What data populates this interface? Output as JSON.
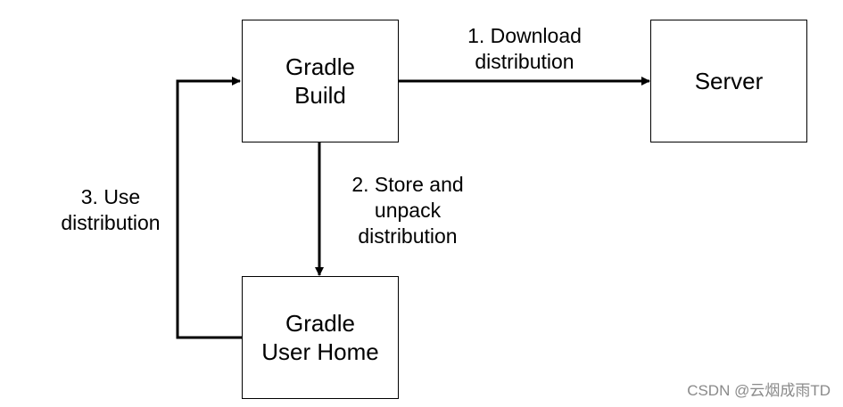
{
  "nodes": {
    "gradle_build": {
      "line1": "Gradle",
      "line2": "Build"
    },
    "server": {
      "line1": "Server"
    },
    "gradle_user_home": {
      "line1": "Gradle",
      "line2": "User Home"
    }
  },
  "edges": {
    "download": {
      "line1": "1. Download",
      "line2": "distribution"
    },
    "store": {
      "line1": "2. Store and",
      "line2": "unpack",
      "line3": "distribution"
    },
    "use": {
      "line1": "3. Use",
      "line2": "distribution"
    }
  },
  "watermark": "CSDN @云烟成雨TD"
}
